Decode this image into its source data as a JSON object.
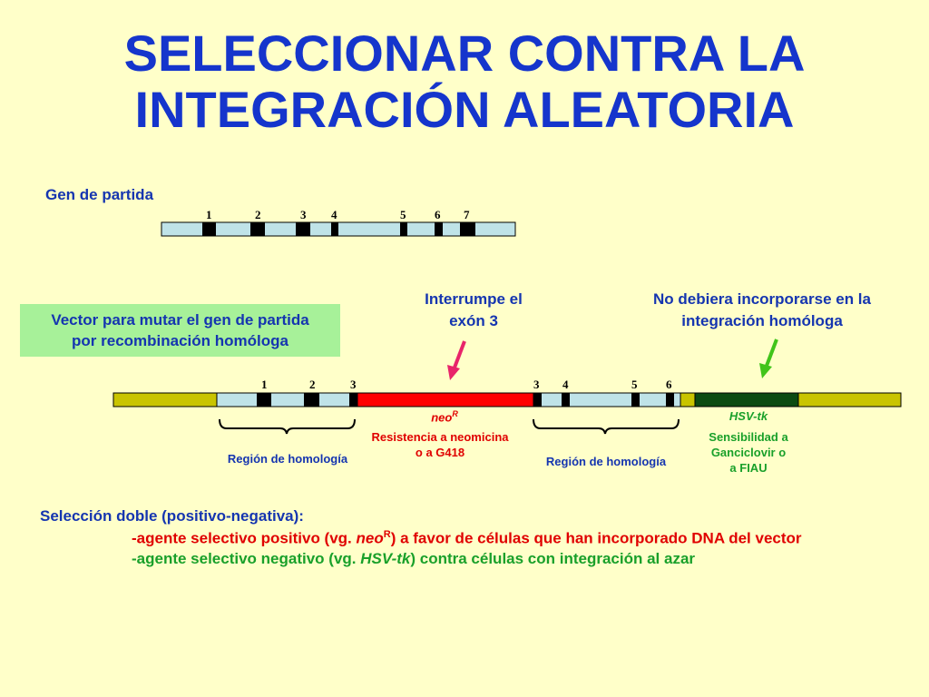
{
  "title": {
    "line1": "SELECCIONAR CONTRA LA",
    "line2": "INTEGRACIÓN ALEATORIA"
  },
  "gene": {
    "label": "Gen de partida",
    "exon_numbers": [
      "1",
      "2",
      "3",
      "4",
      "5",
      "6",
      "7"
    ]
  },
  "vector": {
    "box_line1": "Vector para mutar el gen de partida",
    "box_line2": "por recombinación homóloga",
    "exon_numbers": [
      "1",
      "2",
      "3",
      "3",
      "4",
      "5",
      "6"
    ]
  },
  "annotations": {
    "interrupt_line1": "Interrumpe el",
    "interrupt_line2": "exón 3",
    "noinc_line1": "No debiera incorporarse en la",
    "noinc_line2": "integración homóloga"
  },
  "neo": {
    "name": "neo",
    "superscript": "R",
    "desc_line1": "Resistencia a neomicina",
    "desc_line2": "o a G418"
  },
  "hsv": {
    "name": "HSV-tk",
    "desc_line1": "Sensibilidad a",
    "desc_line2": "Ganciclovir o",
    "desc_line3": "a FIAU"
  },
  "homology": {
    "left": "Región de homología",
    "right": "Región de homología"
  },
  "selection": {
    "heading": "Selección doble (positivo-negativa):",
    "pos_pre": "-agente selectivo positivo (vg. ",
    "pos_gene": "neo",
    "pos_sup": "R",
    "pos_post": ") a favor de células que han incorporado DNA del vector",
    "neg_pre": "-agente selectivo negativo (vg. ",
    "neg_gene": "HSV-tk",
    "neg_post": ") contra células con integración al azar"
  },
  "colors": {
    "background": "#FFFFC9",
    "title": "#1535CC",
    "gene_bar": "#BFE3E8",
    "exon": "#000000",
    "neo_cassette": "#FF0000",
    "hsv_cassette": "#0B4A12",
    "vector_arm": "#C9C400",
    "red_arrow": "#E8246A",
    "green_arrow": "#41C41A"
  }
}
